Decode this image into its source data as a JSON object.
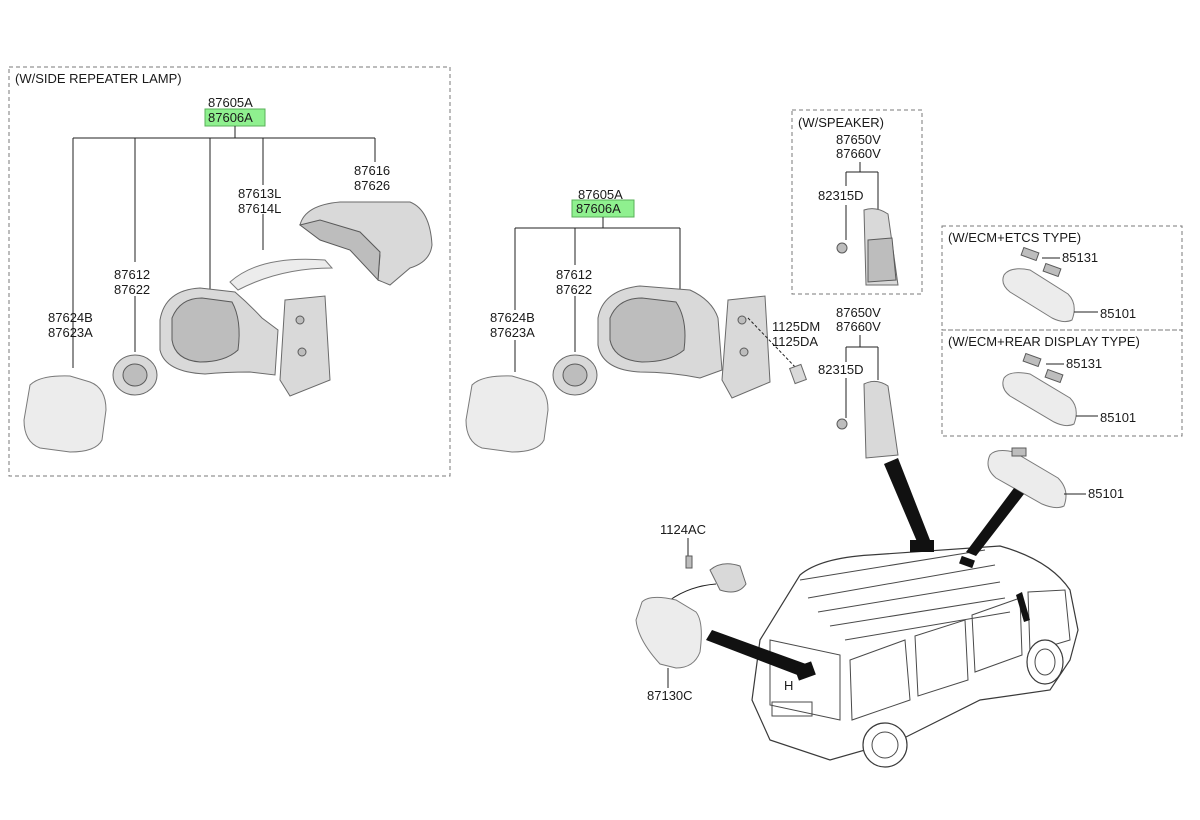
{
  "sections": {
    "side_repeater": "(W/SIDE REPEATER LAMP)",
    "speaker": "(W/SPEAKER)",
    "ecm_etcs": "(W/ECM+ETCS TYPE)",
    "ecm_rear_display": "(W/ECM+REAR DISPLAY TYPE)"
  },
  "left_group": {
    "assy_top": "87605A",
    "assy_highlight": "87606A",
    "cover_a": "87616",
    "cover_b": "87626",
    "lamp_a": "87613L",
    "lamp_b": "87614L",
    "actuator_a": "87612",
    "actuator_b": "87622",
    "glass_a": "87624B",
    "glass_b": "87623A"
  },
  "middle_group": {
    "assy_top": "87605A",
    "assy_highlight": "87606A",
    "actuator_a": "87612",
    "actuator_b": "87622",
    "glass_a": "87624B",
    "glass_b": "87623A",
    "screw_a": "1125DM",
    "screw_b": "1125DA"
  },
  "speaker_group": {
    "cover_a": "87650V",
    "cover_b": "87660V",
    "clip": "82315D"
  },
  "cover_group": {
    "cover_a": "87650V",
    "cover_b": "87660V",
    "clip": "82315D"
  },
  "ecm_etcs_group": {
    "cap": "85131",
    "mirror": "85101"
  },
  "ecm_rear_group": {
    "cap": "85131",
    "mirror": "85101"
  },
  "inside_mirror": "85101",
  "rear_mirror": {
    "bolt": "1124AC",
    "mirror": "87130C"
  },
  "vehicle": {
    "badge": "H"
  },
  "colors": {
    "highlight": "#8ff08f",
    "dashed_box": "#7a7a7a",
    "part_fill": "#d9d9d9"
  }
}
